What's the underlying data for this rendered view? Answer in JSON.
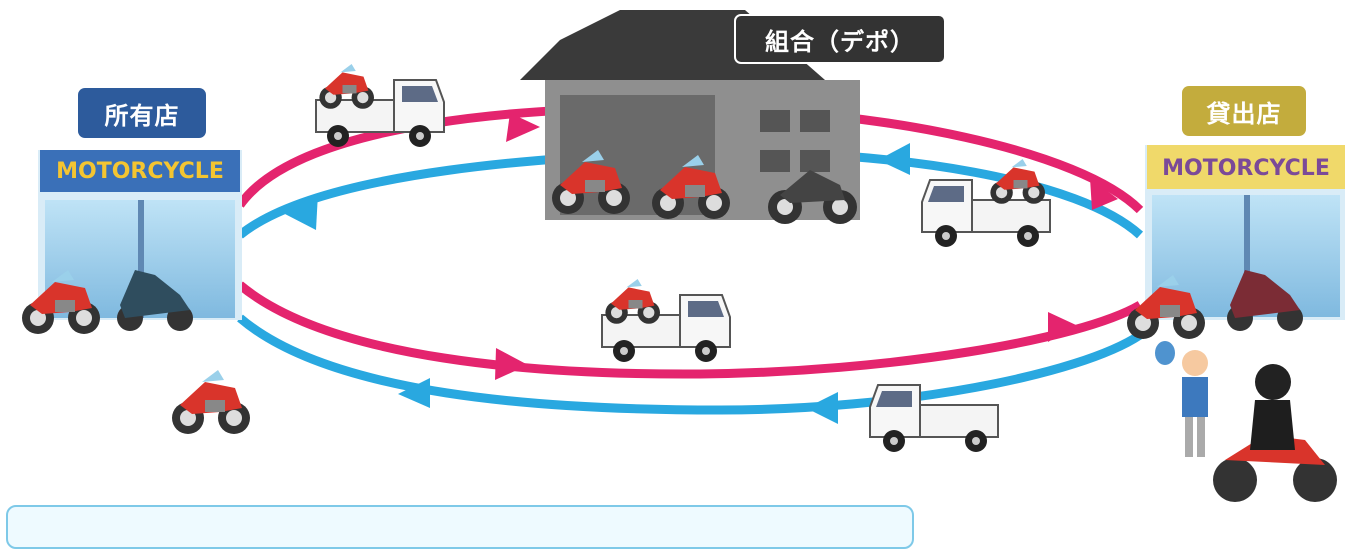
{
  "labels": {
    "owner_shop": "所有店",
    "depot": "組合（デポ）",
    "rental_shop": "貸出店"
  },
  "signs": {
    "owner_sign": "MOTORCYCLE",
    "rental_sign": "MOTORCYCLE"
  },
  "colors": {
    "outbound_arrow": "#e4246e",
    "return_arrow": "#29a8e0",
    "owner_label": "#2d5b9c",
    "depot_label": "#333333",
    "rental_label": "#c3ac3d",
    "owner_sign_bg": "#3a70b8",
    "owner_sign_text": "#f4c531",
    "rental_sign_bg": "#f0d96a",
    "rental_sign_text": "#7b4a98"
  }
}
